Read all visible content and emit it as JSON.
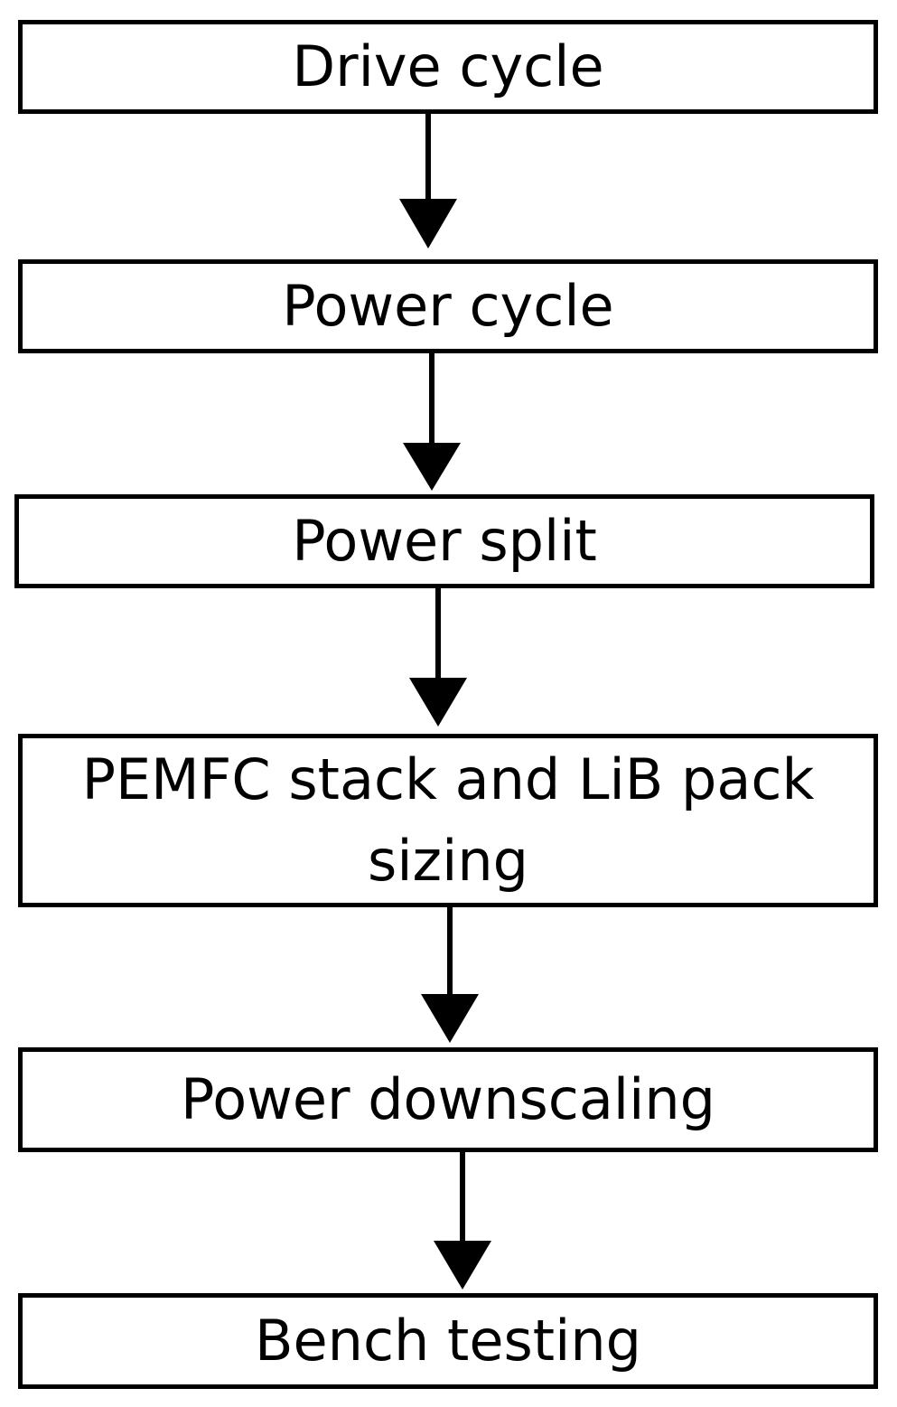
{
  "diagram": {
    "steps": [
      {
        "label": "Drive cycle"
      },
      {
        "label": "Power cycle"
      },
      {
        "label": "Power split"
      },
      {
        "label": "PEMFC stack and LiB pack sizing"
      },
      {
        "label": "Power downscaling"
      },
      {
        "label": "Bench testing"
      }
    ],
    "colors": {
      "line": "#000000",
      "box_fill": "#ffffff"
    }
  }
}
